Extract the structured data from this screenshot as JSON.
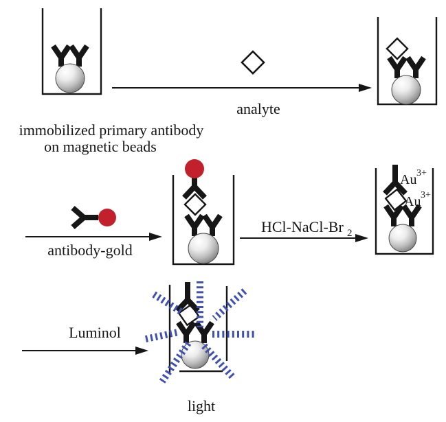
{
  "colors": {
    "gold_nanoparticle_red": "#c1202c",
    "light_ray_blue": "#4050ae",
    "ink_black": "#161616"
  },
  "caption": {
    "line1": "immobilized primary antibody",
    "line2": "on magnetic beads"
  },
  "labels": {
    "analyte": "analyte",
    "antibody_gold": "antibody-gold",
    "oxidant_main": "HCl-NaCl-Br",
    "oxidant_sub": "2",
    "luminol": "Luminol",
    "light": "light",
    "gold_ion_main": "Au",
    "gold_ion_sup": "3+"
  }
}
